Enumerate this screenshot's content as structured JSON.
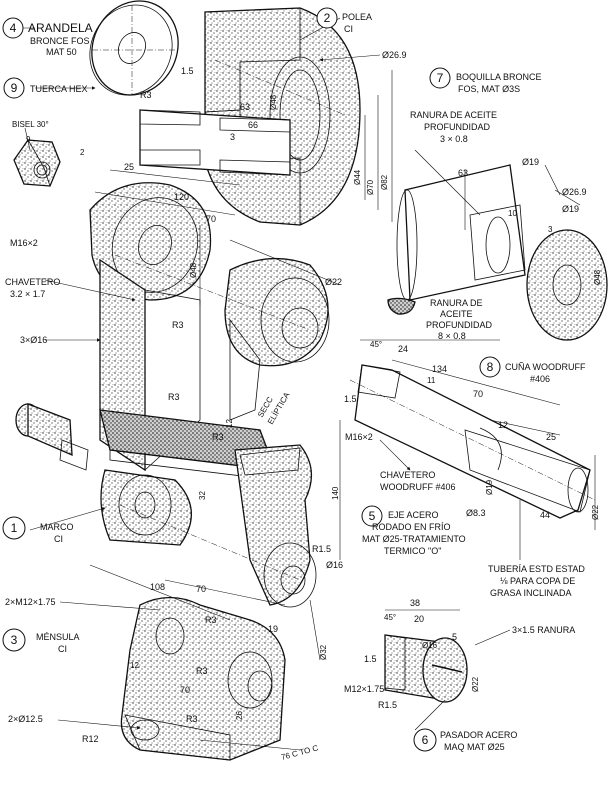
{
  "parts": {
    "p1": {
      "num": "1",
      "name": "MARCO",
      "material": "CI"
    },
    "p2": {
      "num": "2",
      "name": "POLEA",
      "material": "CI"
    },
    "p3": {
      "num": "3",
      "name": "MÉNSULA",
      "material": "CI"
    },
    "p4": {
      "num": "4",
      "name": "ARANDELA",
      "material_l1": "BRONCE FOS",
      "material_l2": "MAT 50"
    },
    "p5": {
      "num": "5",
      "name": "EJE ACERO",
      "l2": "RODADO EN FRÍO",
      "l3": "MAT Ø25-TRATAMIENTO",
      "l4": "TERMICO \"O\""
    },
    "p6": {
      "num": "6",
      "name": "PASADOR ACERO",
      "l2": "MAQ MAT Ø25"
    },
    "p7": {
      "num": "7",
      "name": "BOQUILLA BRONCE",
      "l2": "FOS, MAT Ø3S"
    },
    "p8": {
      "num": "8",
      "name": "CUÑA WOODRUFF",
      "l2": "#406"
    },
    "p9": {
      "num": "9",
      "name": "TUERCA HEX"
    }
  },
  "notes": {
    "bisel": "BISEL 30°",
    "m16": "M16×2",
    "chavetero_l1": "CHAVETERO",
    "chavetero_l2": "3.2 × 1.7",
    "holes_3x16": "3×Ø16",
    "secc_l1": "SECC",
    "secc_l2": "ELÍPTICA",
    "ranura_aceite_l1": "RANURA DE ACEITE",
    "ranura_aceite_l2": "PROFUNDIDAD",
    "ranura_aceite_l3": "3 × 0.8",
    "ranura_aceite2_l1": "RANURA DE",
    "ranura_aceite2_l2": "ACEITE",
    "ranura_aceite2_l3": "PROFUNDIDAD",
    "ranura_aceite2_l4": "8 × 0.8",
    "m16_shaft": "M16×2",
    "chavetero_wood_l1": "CHAVETERO",
    "chavetero_wood_l2": "WOODRUFF #406",
    "tuberia_l1": "TUBERÍA ESTD ESTAD",
    "tuberia_l2": "⅛ PARA COPA DE",
    "tuberia_l3": "GRASA INCLINADA",
    "m12_2x": "2×M12×1.75",
    "holes_2x12": "2×Ø12.5",
    "ranura_3x15": "3×1.5 RANURA",
    "m12_pin": "M12×1.75",
    "r15_pin": "R1.5",
    "ctoc": "76 C TO C"
  },
  "dims": {
    "d1_5": "1.5",
    "d26_9": "Ø26.9",
    "d48": "Ø48",
    "d63": "63",
    "d66": "66",
    "d3": "3",
    "r3": "R3",
    "d44": "Ø44",
    "d70": "Ø70",
    "d82": "Ø82",
    "d25": "25",
    "d120": "120",
    "d70b": "70",
    "d48b": "Ø48",
    "r3b": "R3",
    "d22": "Ø22",
    "r3c": "R3",
    "d9": "9",
    "d2": "2",
    "n63b": "63",
    "d10": "10",
    "d19": "Ø19",
    "d26_9b": "Ø26.9",
    "d19b": "Ø19",
    "d3b": "3",
    "d48c": "Ø48",
    "a45": "45°",
    "d24": "24",
    "d134": "134",
    "d11": "11",
    "d70c": "70",
    "d1_5b": "1.5",
    "d12": "12",
    "d25b": "25",
    "d19c": "Ø19",
    "d8_3": "Ø8.3",
    "d44b": "44",
    "d22b": "Ø22",
    "d12b": "12",
    "r3d": "R3",
    "d32": "32",
    "d140": "140",
    "r1_5": "R1.5",
    "d16": "Ø16",
    "d108": "108",
    "d70d": "70",
    "d19d": "19",
    "d32b": "Ø32",
    "r3e": "R3",
    "d12c": "12",
    "d70e": "70",
    "r3f": "R3",
    "d26": "26",
    "r12": "R12",
    "r3g": "R3",
    "d38": "38",
    "a45b": "45°",
    "d20": "20",
    "d5": "5",
    "d16b": "Ø16",
    "d22c": "Ø22",
    "d1_5c": "1.5"
  }
}
